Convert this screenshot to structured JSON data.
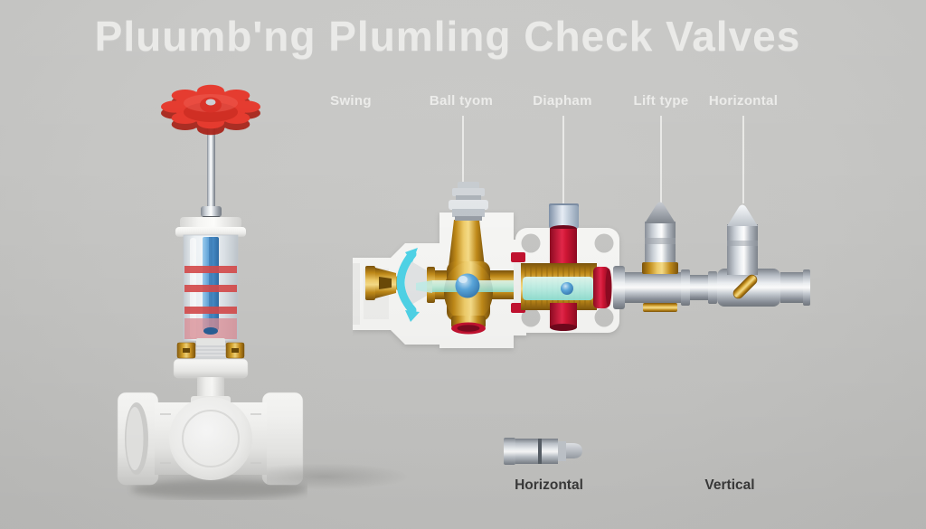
{
  "title": "Pluumb'ng Plumling Check Valves",
  "top_labels": [
    {
      "id": "swing",
      "text": "Swing"
    },
    {
      "id": "ball-type",
      "text": "Ball tyom"
    },
    {
      "id": "diaphragm",
      "text": "Diapham"
    },
    {
      "id": "lift-type",
      "text": "Lift type"
    },
    {
      "id": "horizontal",
      "text": "Horizontal"
    }
  ],
  "bottom_labels": [
    {
      "id": "horizontal",
      "text": "Horizontal"
    },
    {
      "id": "vertical",
      "text": "Vertical"
    }
  ],
  "colors": {
    "background": "#c6c6c4",
    "title_text": "#e9e9e7",
    "top_label_text": "#ececea",
    "bottom_label_text": "#3b3b3b",
    "handwheel_red": "#e5392d",
    "brass_gold": "#e0a93e",
    "flap_cyan": "#4fd4e8",
    "ball_blue": "#4d9fd8",
    "port_red": "#d11635",
    "chrome_silver": "#cdd6e0",
    "body_white": "#f7f7f5"
  }
}
